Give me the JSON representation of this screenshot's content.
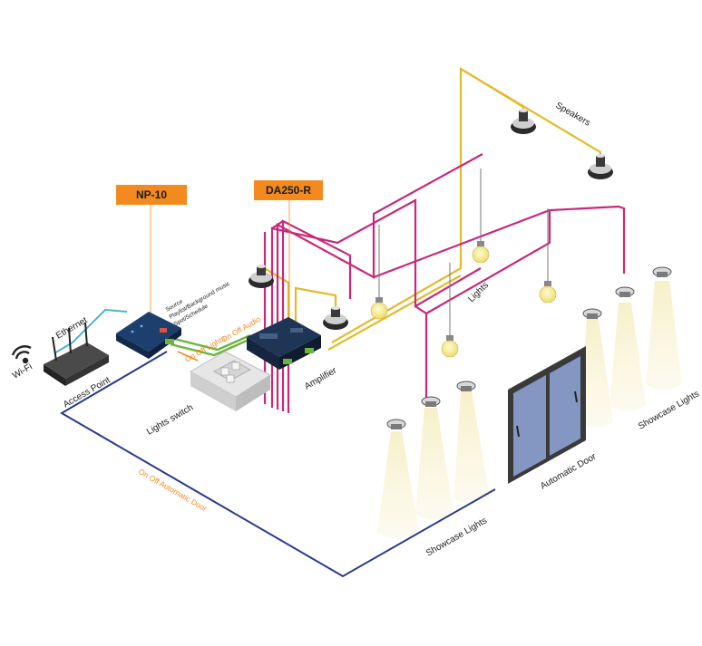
{
  "devices": {
    "np10": "NP-10",
    "da250r": "DA250-R"
  },
  "labels": {
    "wifi": "Wi-Fi",
    "ethernet": "Ethernet",
    "access_point": "Access Point",
    "source": "Source",
    "playlist": "Playlist/Background music",
    "spot": "Spot/Schedule",
    "on_off_lights": "On Off Lights",
    "on_off_audio": "On Off Audio",
    "lights_switch": "Lights switch",
    "amplifier": "Amplifier",
    "speakers": "Speakers",
    "lights": "Lights",
    "showcase_lights_left": "Showcase Lights",
    "showcase_lights_right": "Showcase Lights",
    "automatic_door": "Automatic Door",
    "on_off_automatic_door": "On Off Automatic Door"
  },
  "colors": {
    "orange": "#f28a1f",
    "magenta": "#c8287a",
    "yellow": "#e2bb2a",
    "green": "#6cb33f",
    "cyan": "#49b6c4",
    "navy": "#283b8c"
  }
}
